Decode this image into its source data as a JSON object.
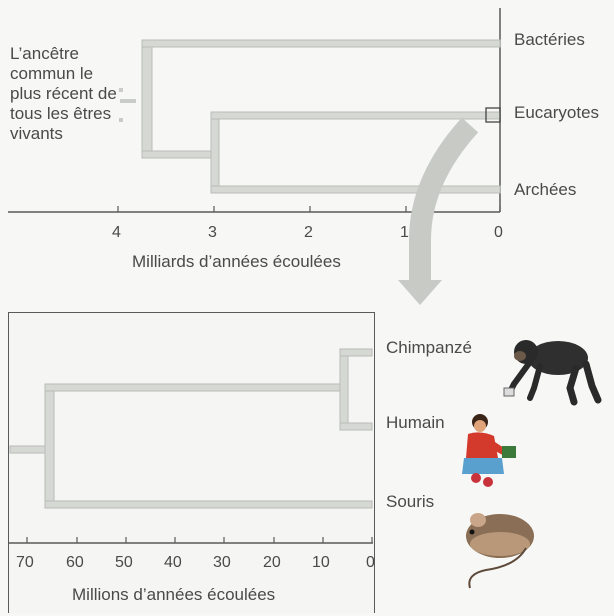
{
  "top_tree": {
    "leaves": [
      "Bactéries",
      "Eucaryotes",
      "Archées"
    ],
    "ancestor_note": "L’ancêtre commun le plus récent de tous les êtres vivants",
    "axis_ticks": [
      "4",
      "3",
      "2",
      "1",
      "0"
    ],
    "axis_label": "Milliards d’années écoulées"
  },
  "bottom_tree": {
    "leaves": [
      "Chimpanzé",
      "Humain",
      "Souris"
    ],
    "axis_ticks": [
      "70",
      "60",
      "50",
      "40",
      "30",
      "20",
      "10",
      "0"
    ],
    "axis_label": "Millions d’années écoulées"
  },
  "colors": {
    "branch": "#d5d8d3",
    "branch_edge": "#b9bcb7",
    "frame": "#5a5a5a",
    "arrow": "#c8cac6"
  },
  "icons": [
    "chimpanzee-illustration",
    "human-illustration",
    "mouse-illustration"
  ]
}
